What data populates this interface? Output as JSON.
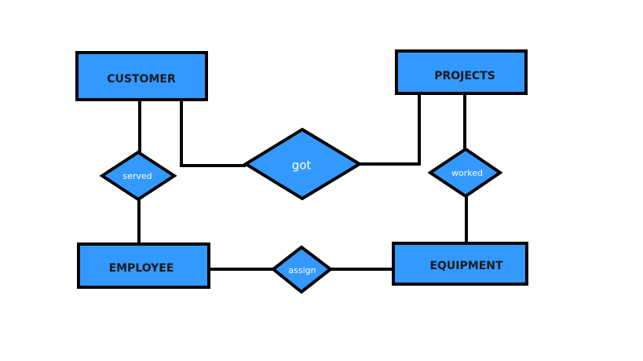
{
  "diagram": {
    "entities": {
      "customer": "CUSTOMER",
      "projects": "PROJECTS",
      "employee": "EMPLOYEE",
      "equipment": "EQUIPMENT"
    },
    "relationships": {
      "got": "got",
      "served": "served",
      "worked": "worked",
      "assign": "assign"
    }
  },
  "colors": {
    "entity_fill": "#3399ff",
    "outline": "#000000",
    "background": "#ffffff"
  }
}
